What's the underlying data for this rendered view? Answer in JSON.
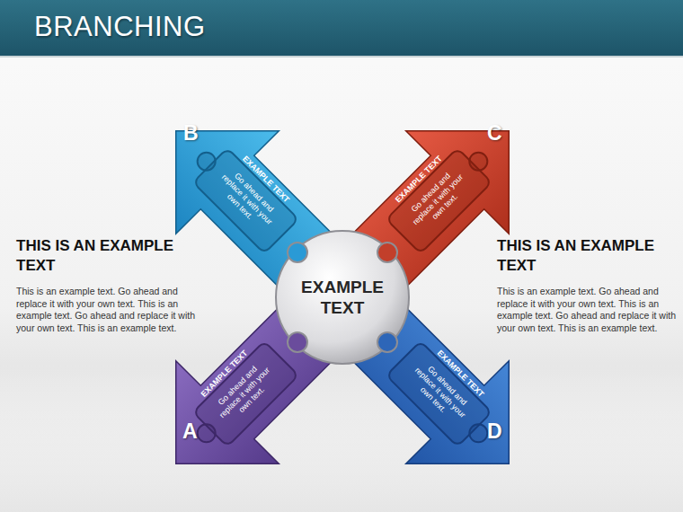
{
  "diagram": {
    "title": "BRANCHING",
    "nodes": [
      {
        "text": [
          "EXAMPLE TEXT",
          "Go ahead and replace it with your own text."
        ]
      },
      {
        "text": [
          "EXAMPLE TEXT",
          "Go ahead and replace it with your own text."
        ]
      },
      {
        "text": [
          "EXAMPLE TEXT"
        ]
      },
      {
        "text": [
          "EXAMPLE TEXT",
          "Go ahead and replace it with your own text."
        ]
      },
      {
        "text": [
          "EXAMPLE TEXT",
          "Go ahead and replace it with your own text."
        ]
      }
    ],
    "labels": [
      "B",
      "C",
      "THIS IS AN EXAMPLE TEXT",
      "This is an example text. Go ahead and replace it with your own text. This is an example text. Go ahead and replace it with your own text. This is an example text.",
      "THIS IS AN EXAMPLE TEXT",
      "This is an example text. Go ahead and replace it with your own text. This is an example text. Go ahead and replace it with your own text. This is an example text.",
      "A",
      "D"
    ]
  }
}
